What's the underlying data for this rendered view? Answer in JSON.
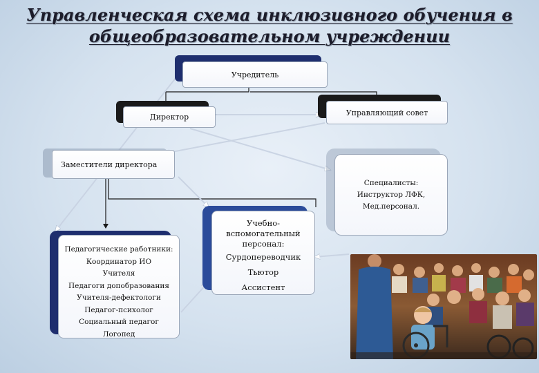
{
  "title": {
    "line1": "Управленческая схема инклюзивного обучения в",
    "line2": "общеобразовательном учреждении"
  },
  "nodes": {
    "founder": "Учредитель",
    "director": "Директор",
    "council": "Управляющий совет",
    "deputies": "Заместители директора",
    "specialists": {
      "lines": [
        "Специалисты:",
        "Инструктор ЛФК,",
        "Мед.персонал."
      ]
    },
    "teachers": {
      "items": [
        "Педагогические работники:",
        "Координатор ИО",
        "Учителя",
        "Педагоги допобразования",
        "Учителя-дефектологи",
        "Педагог-психолог",
        "Социальный педагог",
        "Логопед"
      ]
    },
    "support": {
      "head": [
        "Учебно-",
        "вспомогательный",
        "персонал:"
      ],
      "items": [
        "Сурдопереводчик",
        "Тьютор",
        "Ассистент"
      ]
    }
  },
  "colors": {
    "connector": "#1a1a1a",
    "arrow": "#c9d3e3",
    "shadow_dark": "#1a1a1a",
    "shadow_navy": "#1e2e6e",
    "shadow_blue": "#2b4b9a"
  },
  "photo": {
    "subject": "children-in-wheelchairs-audience"
  }
}
